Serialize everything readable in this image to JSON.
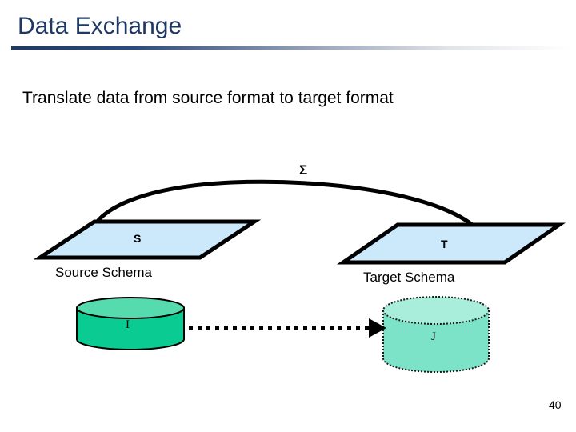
{
  "slide": {
    "title": "Data Exchange",
    "subtitle": "Translate data from source format to target format",
    "page_number": "40"
  },
  "diagram": {
    "mapping_label": "Σ",
    "source_schema": {
      "shape_label": "S",
      "caption": "Source Schema",
      "fill_color": "#CCE9FC",
      "stroke_color": "#000000"
    },
    "target_schema": {
      "shape_label": "T",
      "caption": "Target Schema",
      "fill_color": "#CCE9FC",
      "stroke_color": "#000000"
    },
    "source_instance": {
      "label": "I",
      "body_color": "#0ACC93",
      "top_color": "#55DBAE",
      "stroke_color": "#000000"
    },
    "target_instance": {
      "label": "J",
      "body_color": "#7CE3C8",
      "top_color": "#A8EEDA",
      "stroke_color": "#000000"
    },
    "arrow": {
      "style": "dotted",
      "direction": "left-to-right",
      "color": "#000000"
    },
    "arc": {
      "style": "solid",
      "color": "#000000"
    }
  },
  "colors": {
    "title_navy": "#1F3864",
    "schema_blue": "#CCE9FC",
    "instance_green": "#0ACC93",
    "instance_green_light": "#7CE3C8",
    "background": "#FFFFFF"
  }
}
